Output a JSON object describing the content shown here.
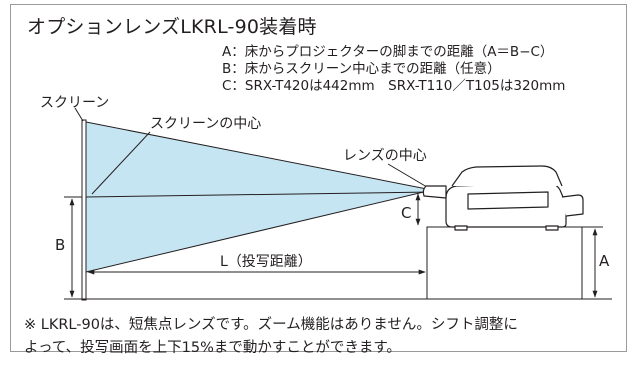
{
  "title": "オプションレンズLKRL-90装着時",
  "definitions": {
    "a": "A：床からプロジェクターの脚までの距離（A＝B−C）",
    "b": "B：床からスクリーン中心までの距離（任意）",
    "c": "C：SRX-T420は442mm　SRX-T110／T105は320mm"
  },
  "labels": {
    "screen": "スクリーン",
    "screen_center": "スクリーンの中心",
    "lens_center": "レンズの中心",
    "dim_a": "A",
    "dim_b": "B",
    "dim_c": "C",
    "dim_l": "L（投写距離）"
  },
  "note": {
    "line1": "※ LKRL-90は、短焦点レンズです。ズーム機能はありません。シフト調整に",
    "line2": "よって、投写画面を上下15%まで動かすことができます。"
  },
  "colors": {
    "beam": "#c6e5f3",
    "line": "#231f20",
    "frame": "#9a9a9a"
  }
}
